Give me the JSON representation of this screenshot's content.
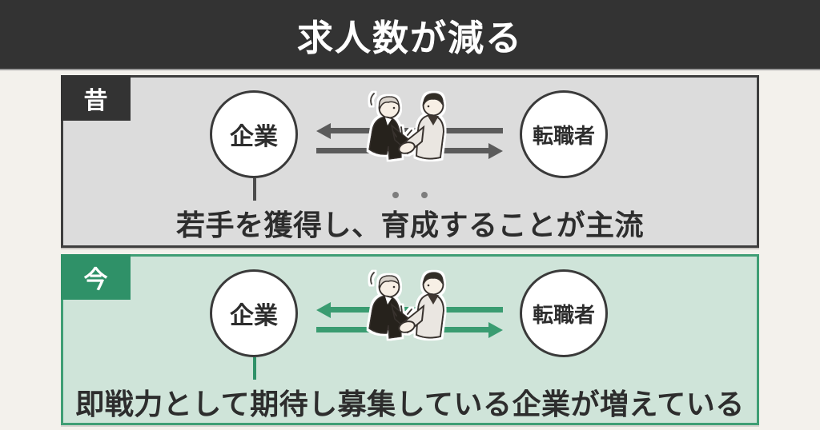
{
  "title": "求人数が減る",
  "panels": {
    "old": {
      "badge": "昔",
      "company": "企業",
      "job_changer": "転職者",
      "caption": {
        "prefix": "若手を獲得し、",
        "emphasized": "育成",
        "suffix": "することが主流"
      }
    },
    "now": {
      "badge": "今",
      "company": "企業",
      "job_changer": "転職者",
      "caption": "即戦力として期待し募集している企業が増えている"
    }
  },
  "icons": {
    "handshake": "handshake-two-businessmen-illustration",
    "old_arrows": "gray-double-exchange-arrows",
    "now_arrows": "green-double-exchange-arrows"
  },
  "colors": {
    "page_bg": "#f3f1ec",
    "header_bg": "#333333",
    "old_panel_bg": "#dcdcdc",
    "old_panel_border": "#3e3e3e",
    "old_accent": "#5b5b5b",
    "now_panel_bg": "#cfe4d9",
    "now_panel_border": "#3f9e75",
    "now_badge_bg": "#2f9168",
    "now_accent": "#3a9c71",
    "text": "#2d2d2d"
  }
}
